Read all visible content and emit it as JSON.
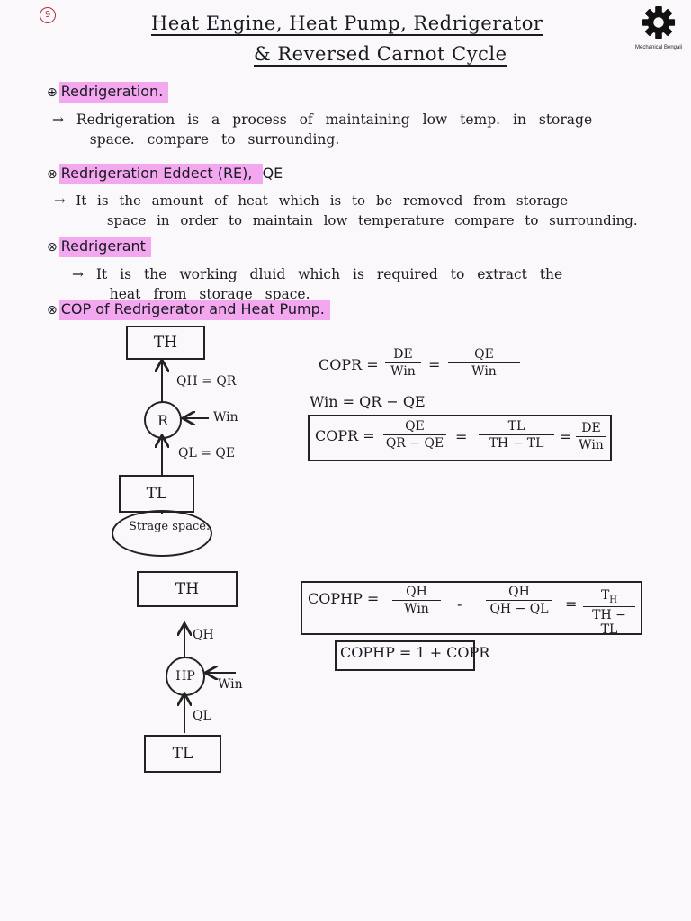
{
  "page": {
    "number": "9"
  },
  "logo": {
    "label": "Mechanical Bengali",
    "icon": "gear-icon"
  },
  "title": {
    "line1": "Heat Engine, Heat Pump, Redrigerator",
    "line2": "& Reversed Carnot Cycle"
  },
  "sections": [
    {
      "heading": "Redrigeration.",
      "text": "→ Redrigeration is a process of maintaining low temp. in storage\n   space. compare to surrounding."
    },
    {
      "heading": "Redrigeration Eddect (RE), ",
      "symbol": "QE",
      "text": "→ It is the amount of heat which is to be removed from storage\n     space in order to maintain low temperature compare to surrounding."
    },
    {
      "heading": "Redrigerant",
      "text": "→ It is the working dluid which is required to extract the\n   heat from storage space."
    },
    {
      "heading": "COP of Redrigerator and Heat Pump."
    }
  ],
  "diagram_refrigerator": {
    "hot": "TH",
    "device": "R",
    "work": "Win",
    "heat_out": "QH = QR",
    "heat_in": "QL = QE",
    "cold": "TL",
    "storage": "Strage space."
  },
  "diagram_heat_pump": {
    "hot": "TH",
    "device": "HP",
    "work": "Win",
    "heat_out": "QH",
    "heat_in": "QL",
    "cold": "TL"
  },
  "equations": {
    "cop_r_lhs": "COPR =",
    "de": "DE",
    "win": "Win",
    "qe": "QE",
    "win_eq": "Win = QR − QE",
    "qr_qe": "QR − QE",
    "tl": "TL",
    "th_tl": "TH − TL",
    "cop_hp_lhs": "COPHP =",
    "qh": "QH",
    "qh_ql": "QH − QL",
    "relation": "COPHP = 1 + COPR",
    "eq_sign": "=",
    "eq_sign_dot": "-"
  }
}
